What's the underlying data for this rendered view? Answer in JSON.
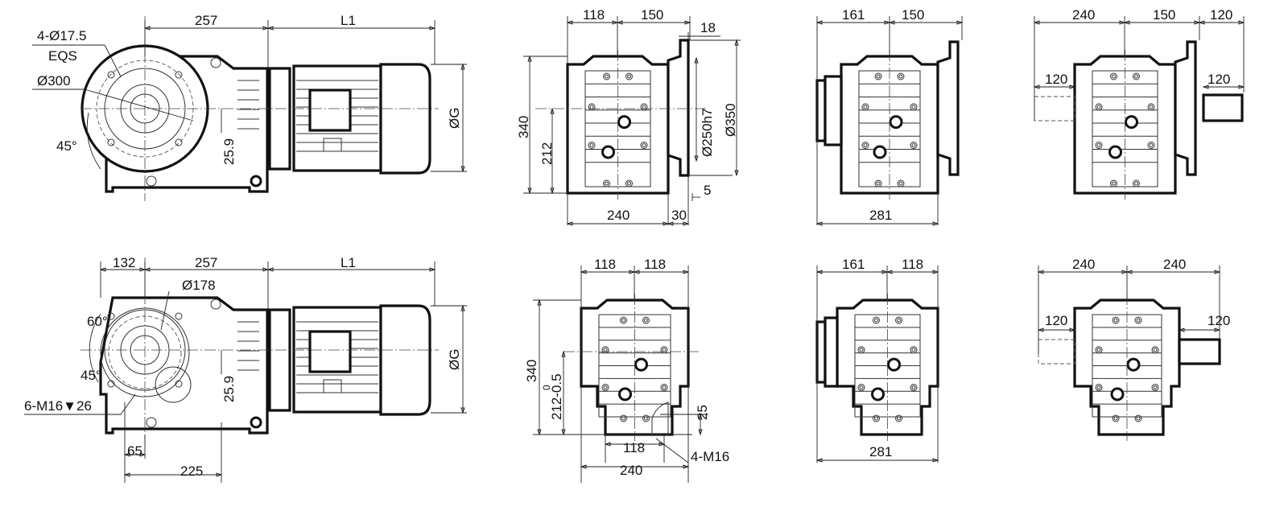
{
  "colors": {
    "line": "#111111",
    "background": "#ffffff"
  },
  "side_view_top": {
    "dim_257": "257",
    "dim_l1": "L1",
    "bolt_holes": "4-Ø17.5",
    "eqs": "EQS",
    "flange_dia": "Ø300",
    "angle": "45°",
    "offset": "25.9",
    "motor_dia": "ØG"
  },
  "side_view_bottom": {
    "dim_132": "132",
    "dim_257": "257",
    "dim_l1": "L1",
    "pcd": "Ø178",
    "angle_60": "60°",
    "angle_45": "45°",
    "thread": "6-M16▼26",
    "dim_65": "65",
    "dim_225": "225",
    "offset": "25.9",
    "motor_dia": "ØG"
  },
  "front_flange_view": {
    "dim_118": "118",
    "dim_150": "150",
    "dim_18": "18",
    "spigot": "Ø250h7",
    "flange": "Ø350",
    "height": "340",
    "center_height": "212",
    "width": "240",
    "dim_30": "30",
    "dim_5": "5"
  },
  "front_shaft_flange_view": {
    "dim_161": "161",
    "dim_150": "150",
    "width": "281"
  },
  "front_double_shaft_flange_view": {
    "dim_240": "240",
    "dim_150": "150",
    "dim_120_top": "120",
    "shaft_left": "120",
    "shaft_right": "120"
  },
  "front_foot_view": {
    "dim_118_left": "118",
    "dim_118_right": "118",
    "height": "340",
    "center_height": "212-0.5",
    "tolerance_upper": "0",
    "dim_25": "25",
    "foot_118": "118",
    "foot_240": "240",
    "thread": "4-M16"
  },
  "front_foot_shaft_view": {
    "dim_161": "161",
    "dim_118": "118",
    "width": "281"
  },
  "front_foot_double_shaft_view": {
    "dim_240_left": "240",
    "dim_240_right": "240",
    "shaft_left": "120",
    "shaft_right": "120"
  }
}
